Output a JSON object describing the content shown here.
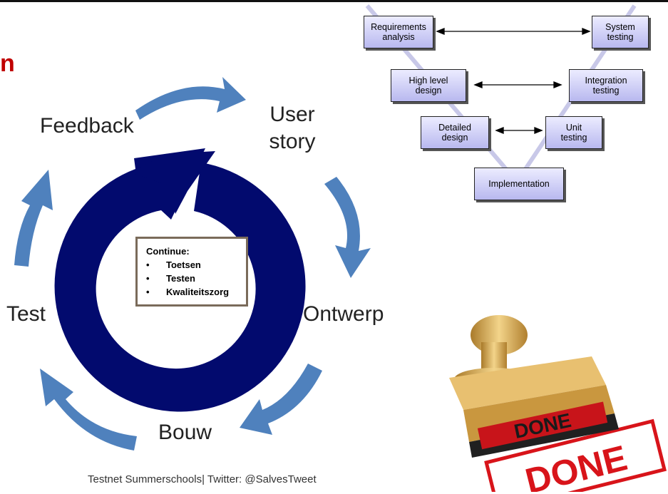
{
  "header": {
    "title_fragment": "n"
  },
  "cycle": {
    "stages": {
      "feedback": "Feedback",
      "user_story_line1": "User",
      "user_story_line2": "story",
      "ontwerp": "Ontwerp",
      "bouw": "Bouw",
      "test": "Test"
    },
    "center_box": {
      "heading": "Continue:",
      "items": [
        "Toetsen",
        "Testen",
        "Kwaliteitszorg"
      ]
    }
  },
  "v_model": {
    "boxes": {
      "requirements": [
        "Requirements",
        "analysis"
      ],
      "system_testing": [
        "System",
        "testing"
      ],
      "high_level": [
        "High level",
        "design"
      ],
      "integration": [
        "Integration",
        "testing"
      ],
      "detailed": [
        "Detailed",
        "design"
      ],
      "unit": [
        "Unit",
        "testing"
      ],
      "implementation": "Implementation"
    }
  },
  "stamp": {
    "word": "DONE"
  },
  "footer": {
    "text": "Testnet Summerschools| Twitter: @SalvesTweet"
  },
  "colors": {
    "arrow_blue": "#4f81bd",
    "ring_navy": "#020a6e",
    "title_red": "#c00000",
    "vbox_fill": "#c8c8f4",
    "stamp_red": "#d8141a"
  }
}
